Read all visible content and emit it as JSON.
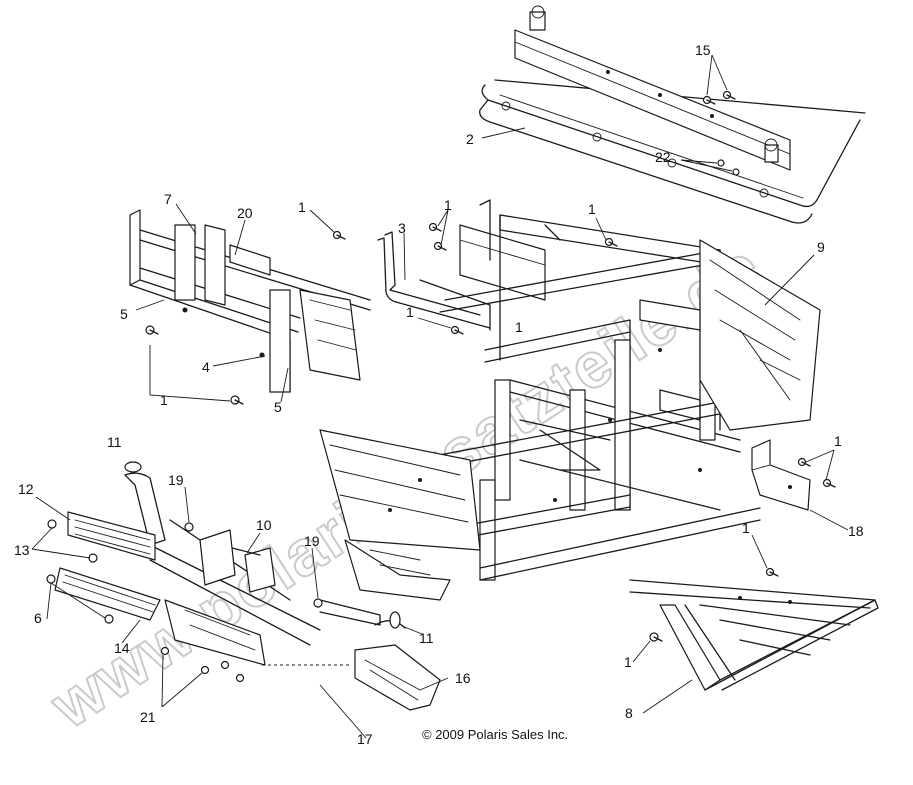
{
  "diagram": {
    "callouts": {
      "c1a": "1",
      "c1b": "1",
      "c1c": "1",
      "c1d": "1",
      "c1e": "1",
      "c1f": "1",
      "c1g": "1",
      "c1h": "1",
      "c1i": "1",
      "c2": "2",
      "c3": "3",
      "c4": "4",
      "c5a": "5",
      "c5b": "5",
      "c6": "6",
      "c7": "7",
      "c8": "8",
      "c9": "9",
      "c10": "10",
      "c11a": "11",
      "c11b": "11",
      "c12": "12",
      "c13": "13",
      "c14": "14",
      "c15": "15",
      "c16": "16",
      "c17": "17",
      "c18": "18",
      "c19a": "19",
      "c19b": "19",
      "c20": "20",
      "c21": "21",
      "c22": "22"
    },
    "copyright": "© 2009 Polaris Sales Inc.",
    "watermark": "www.polarisersatzteile.de"
  }
}
